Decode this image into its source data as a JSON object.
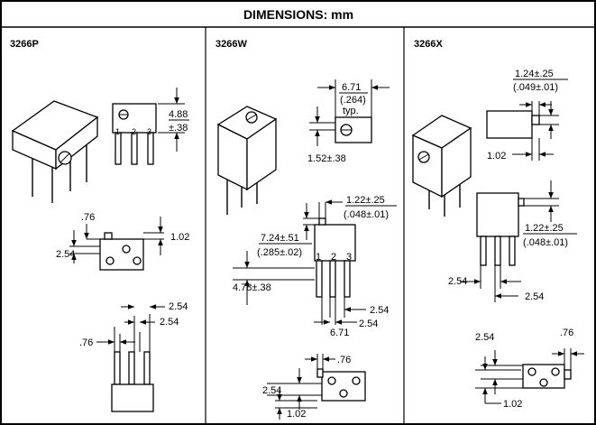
{
  "header": {
    "title": "DIMENSIONS: mm"
  },
  "sections": [
    {
      "id": "3266P",
      "title": "3266P",
      "front_pins": [
        "1",
        "2",
        "3"
      ],
      "labels": {
        "height": "4.88",
        "height_tol": "±.38",
        "pin_offset": ".76",
        "base_height": "1.02",
        "pin_spacing": "2.54",
        "spacing_a": "2.54",
        "spacing_b": "2.54",
        "pin_width": ".76"
      }
    },
    {
      "id": "3266W",
      "title": "3266W",
      "front_pins": [
        "1",
        "2",
        "3"
      ],
      "labels": {
        "width_mm": "6.71",
        "width_in": "(.264)",
        "width_note": "typ.",
        "screw_pos": "1.52±.38",
        "tab_mm": "1.22±.25",
        "tab_in": "(.048±.01)",
        "height_mm": "7.24±.51",
        "height_in": "(.285±.02)",
        "pin_ref": "4.78±.38",
        "pin_a": "2.54",
        "pin_b": "2.54",
        "pin_center": "6.71",
        "offset": ".76",
        "spacing": "2.54",
        "base": "1.02"
      }
    },
    {
      "id": "3266X",
      "title": "3266X",
      "labels": {
        "tab_mm": "1.24±.25",
        "tab_in": "(.049±.01)",
        "side": "1.02",
        "pin_tab_mm": "1.22±.25",
        "pin_tab_in": "(.048±.01)",
        "spacing_a": "2.54",
        "spacing_b": "2.54",
        "bottom_spacing": "2.54",
        "bottom_offset": ".76",
        "bottom_base": "1.02"
      }
    }
  ]
}
